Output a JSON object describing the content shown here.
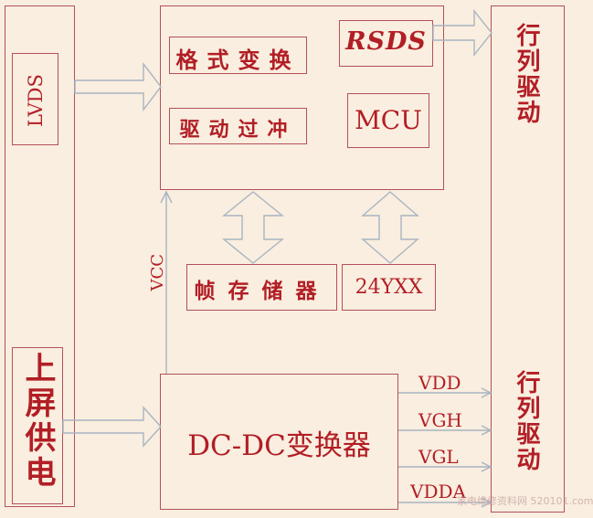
{
  "blocks": {
    "lvds": "LVDS",
    "power": "上屏供电",
    "format_convert": "格式变换",
    "drive_buffer": "驱动过冲",
    "rsds": "RSDS",
    "mcu": "MCU",
    "frame_memory": "帧存储器",
    "eeprom": "24YXX",
    "dcdc": "DC-DC变换器",
    "row_col_drive_top": "行列驱动",
    "row_col_drive_bottom": "行列驱动"
  },
  "signals": {
    "vcc": "VCC",
    "vdd": "VDD",
    "vgh": "VGH",
    "vgl": "VGL",
    "vdda": "VDDA"
  },
  "watermark": "家电维修资料网 520101.com",
  "colors": {
    "background": "#f9eedf",
    "border": "#b5505a",
    "text": "#b21e26",
    "arrow": "#a8b4c2"
  }
}
